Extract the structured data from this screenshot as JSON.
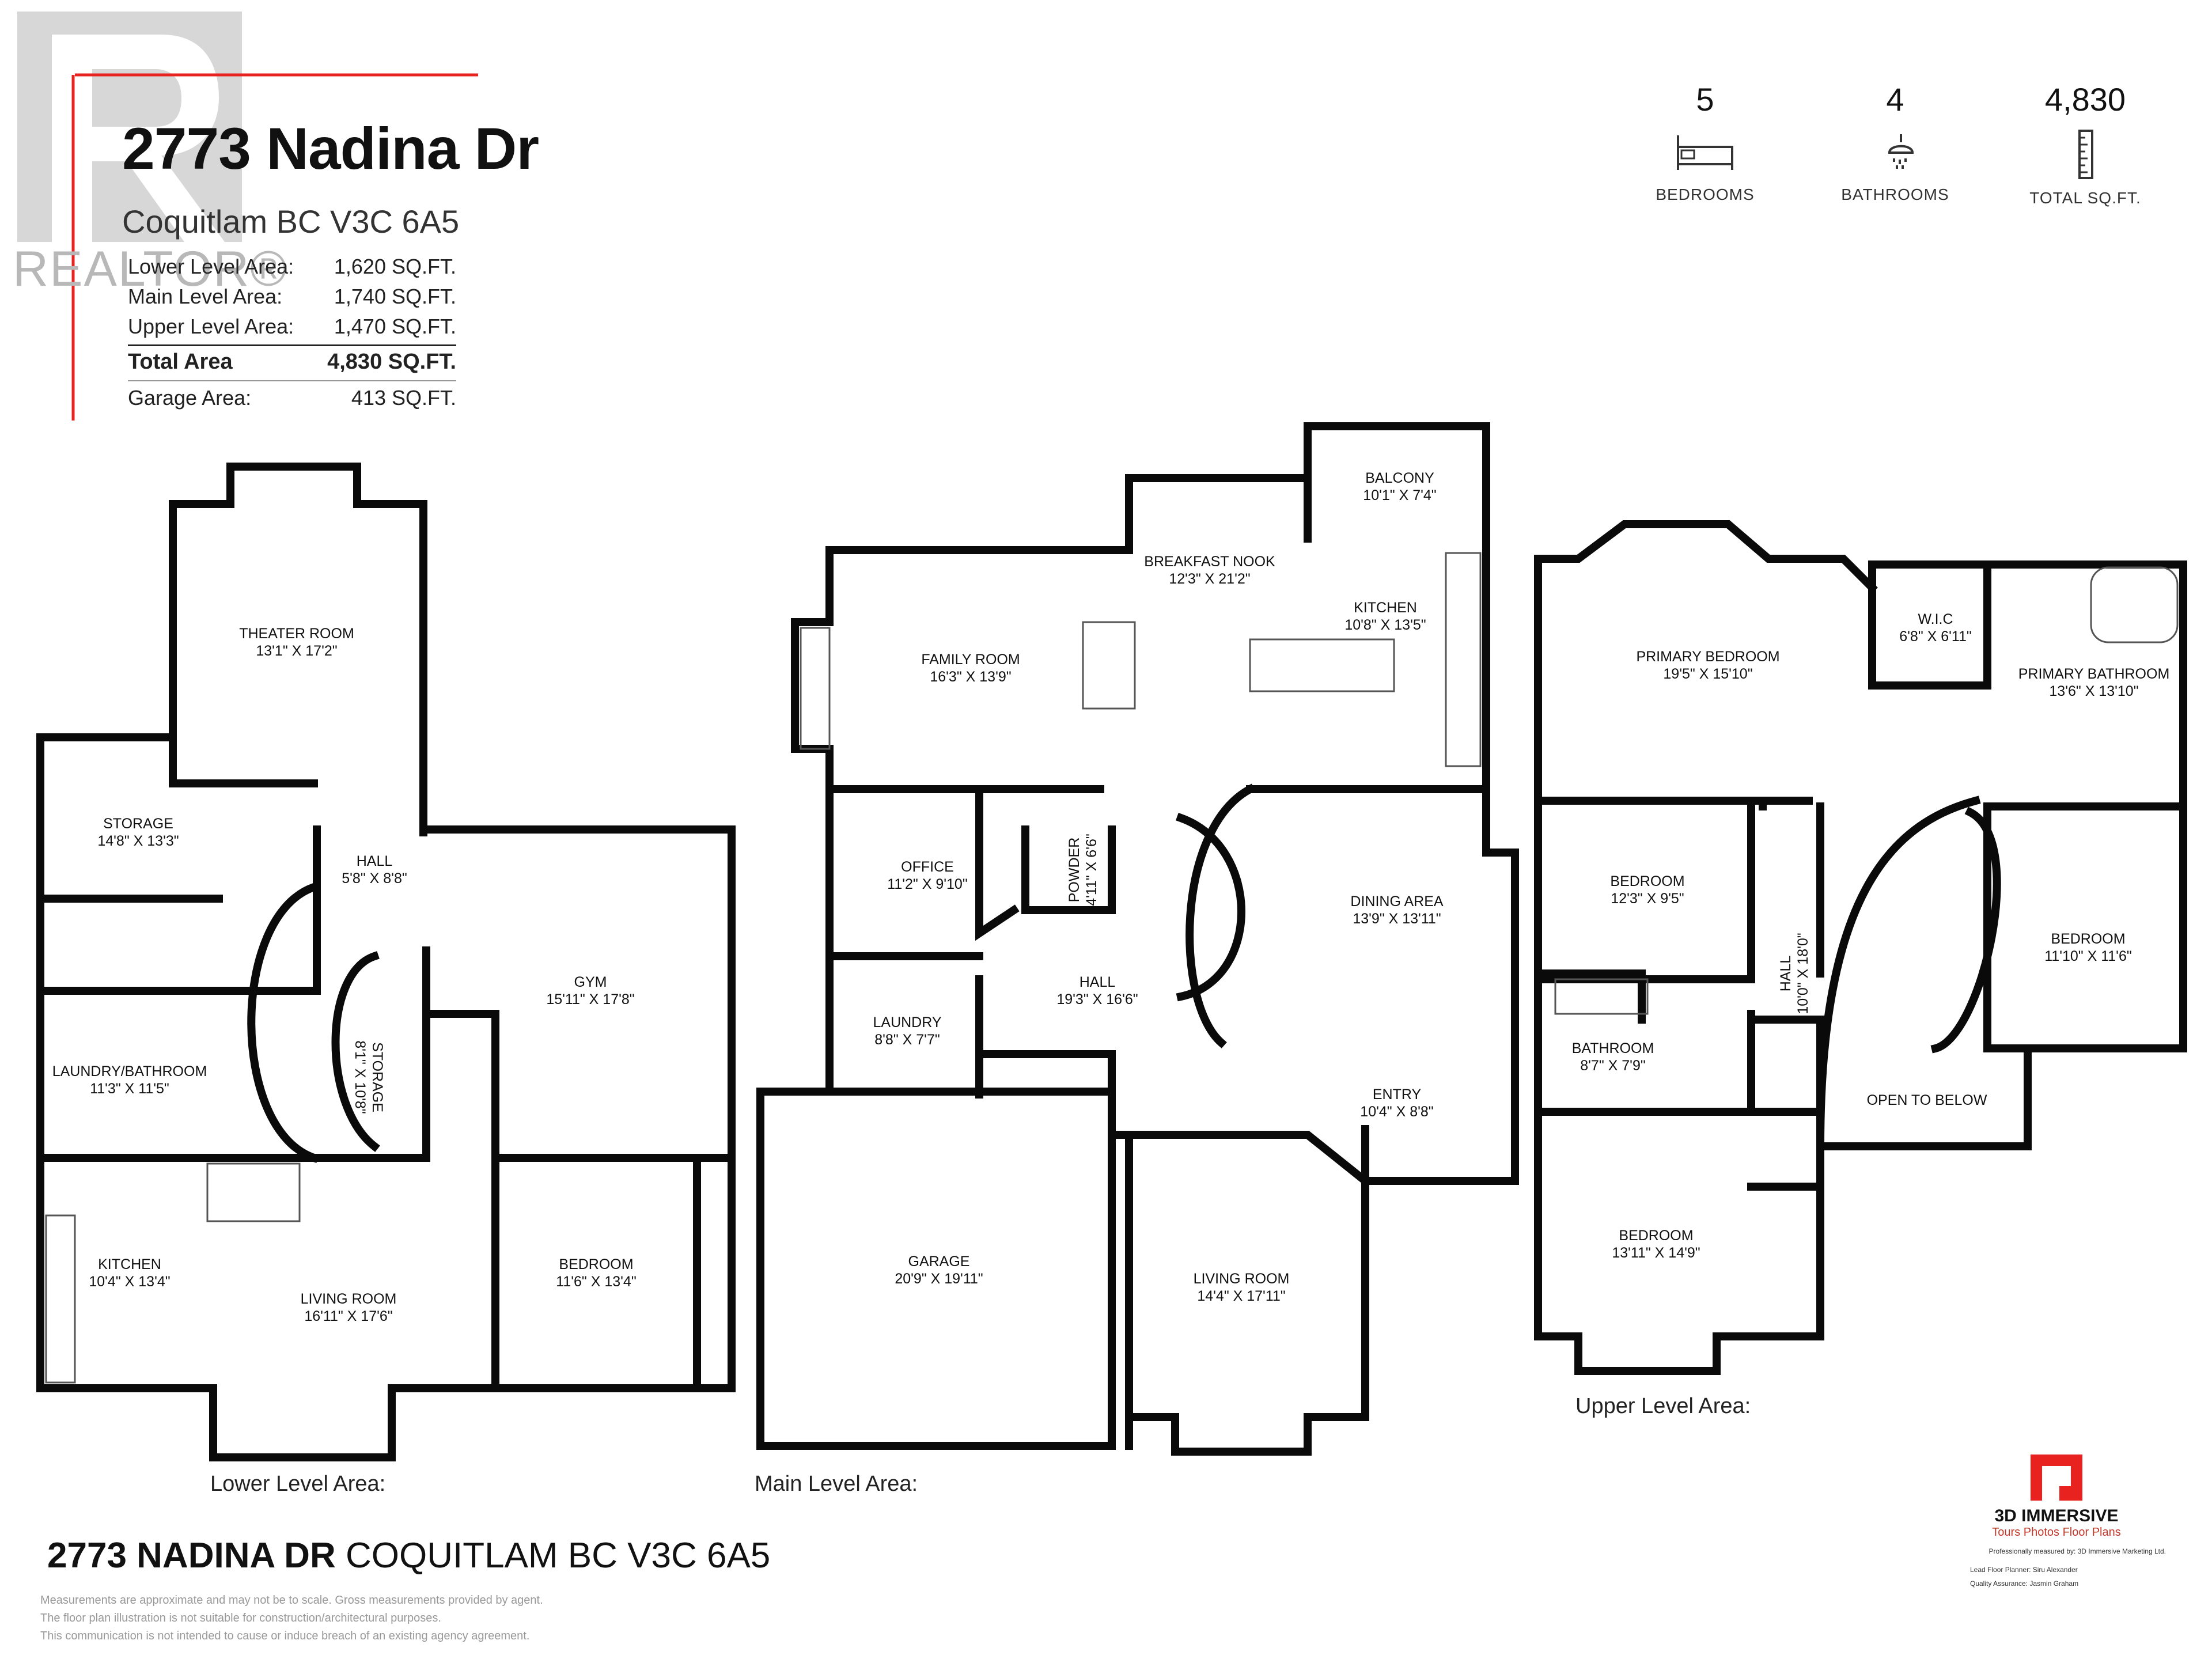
{
  "header": {
    "address": "2773 Nadina Dr",
    "city": "Coquitlam BC V3C 6A5",
    "watermark": "REALTOR®",
    "areas": [
      {
        "label": "Lower Level Area:",
        "value": "1,620 SQ.FT."
      },
      {
        "label": "Main Level Area:",
        "value": "1,740 SQ.FT."
      },
      {
        "label": "Upper Level Area:",
        "value": "1,470 SQ.FT."
      }
    ],
    "total": {
      "label": "Total Area",
      "value": "4,830 SQ.FT."
    },
    "garage": {
      "label": "Garage Area:",
      "value": "413 SQ.FT."
    }
  },
  "stats": [
    {
      "value": "5",
      "label": "BEDROOMS",
      "icon": "bed-icon"
    },
    {
      "value": "4",
      "label": "BATHROOMS",
      "icon": "shower-icon"
    },
    {
      "value": "4,830",
      "label": "TOTAL SQ.FT.",
      "icon": "ruler-icon"
    }
  ],
  "levels": {
    "lower": {
      "label": "Lower Level Area:",
      "rooms": [
        {
          "name": "THEATER ROOM",
          "dim": "13'1\" x 17'2\""
        },
        {
          "name": "STORAGE",
          "dim": "14'8\" x 13'3\""
        },
        {
          "name": "HALL",
          "dim": "5'8\" x 8'8\""
        },
        {
          "name": "GYM",
          "dim": "15'11\" x 17'8\""
        },
        {
          "name": "LAUNDRY/BATHROOM",
          "dim": "11'3\" x 11'5\""
        },
        {
          "name": "STORAGE",
          "dim": "8'1\" x 10'8\""
        },
        {
          "name": "KITCHEN",
          "dim": "10'4\" x 13'4\""
        },
        {
          "name": "LIVING ROOM",
          "dim": "16'11\" x 17'6\""
        },
        {
          "name": "BEDROOM",
          "dim": "11'6\" x 13'4\""
        }
      ]
    },
    "main": {
      "label": "Main Level Area:",
      "rooms": [
        {
          "name": "BALCONY",
          "dim": "10'1\" x 7'4\""
        },
        {
          "name": "BREAKFAST NOOK",
          "dim": "12'3\" x 21'2\""
        },
        {
          "name": "KITCHEN",
          "dim": "10'8\" x 13'5\""
        },
        {
          "name": "FAMILY ROOM",
          "dim": "16'3\" x 13'9\""
        },
        {
          "name": "OFFICE",
          "dim": "11'2\" x 9'10\""
        },
        {
          "name": "POWDER",
          "dim": "4'11\" x 6'6\""
        },
        {
          "name": "DINING AREA",
          "dim": "13'9\" x 13'11\""
        },
        {
          "name": "HALL",
          "dim": "19'3\" x 16'6\""
        },
        {
          "name": "LAUNDRY",
          "dim": "8'8\" x 7'7\""
        },
        {
          "name": "ENTRY",
          "dim": "10'4\" x 8'8\""
        },
        {
          "name": "GARAGE",
          "dim": "20'9\" x 19'11\""
        },
        {
          "name": "LIVING ROOM",
          "dim": "14'4\" x 17'11\""
        }
      ]
    },
    "upper": {
      "label": "Upper Level Area:",
      "rooms": [
        {
          "name": "PRIMARY BEDROOM",
          "dim": "19'5\" x 15'10\""
        },
        {
          "name": "W.I.C",
          "dim": "6'8\" x 6'11\""
        },
        {
          "name": "PRIMARY BATHROOM",
          "dim": "13'6\" x 13'10\""
        },
        {
          "name": "BEDROOM",
          "dim": "12'3\" x 9'5\""
        },
        {
          "name": "HALL",
          "dim": "10'0\" x 18'0\""
        },
        {
          "name": "BEDROOM",
          "dim": "11'10\" x 11'6\""
        },
        {
          "name": "BATHROOM",
          "dim": "8'7\" x 7'9\""
        },
        {
          "name": "OPEN TO BELOW",
          "dim": ""
        },
        {
          "name": "BEDROOM",
          "dim": "13'11\" x 14'9\""
        }
      ]
    }
  },
  "footer": {
    "address_bold": "2773 NADINA DR",
    "address_rest": "COQUITLAM BC V3C 6A5",
    "disclaimer": [
      "Measurements are approximate and may not be to scale. Gross measurements provided by agent.",
      "The floor plan illustration is not suitable for construction/architectural purposes.",
      "This communication is not intended to cause or induce breach of an existing agency agreement."
    ],
    "brand_name": "3D IMMERSIVE",
    "brand_tagline": "Tours  Photos  Floor Plans",
    "credits": [
      "Professionally measured by: 3D Immersive Marketing Ltd.",
      "Lead Floor Planner: Siru Alexander",
      "Quality Assurance: Jasmin Graham"
    ]
  },
  "colors": {
    "accent": "#e8231f",
    "wall": "#0a0a0a",
    "watermark": "#b8b8b8"
  }
}
